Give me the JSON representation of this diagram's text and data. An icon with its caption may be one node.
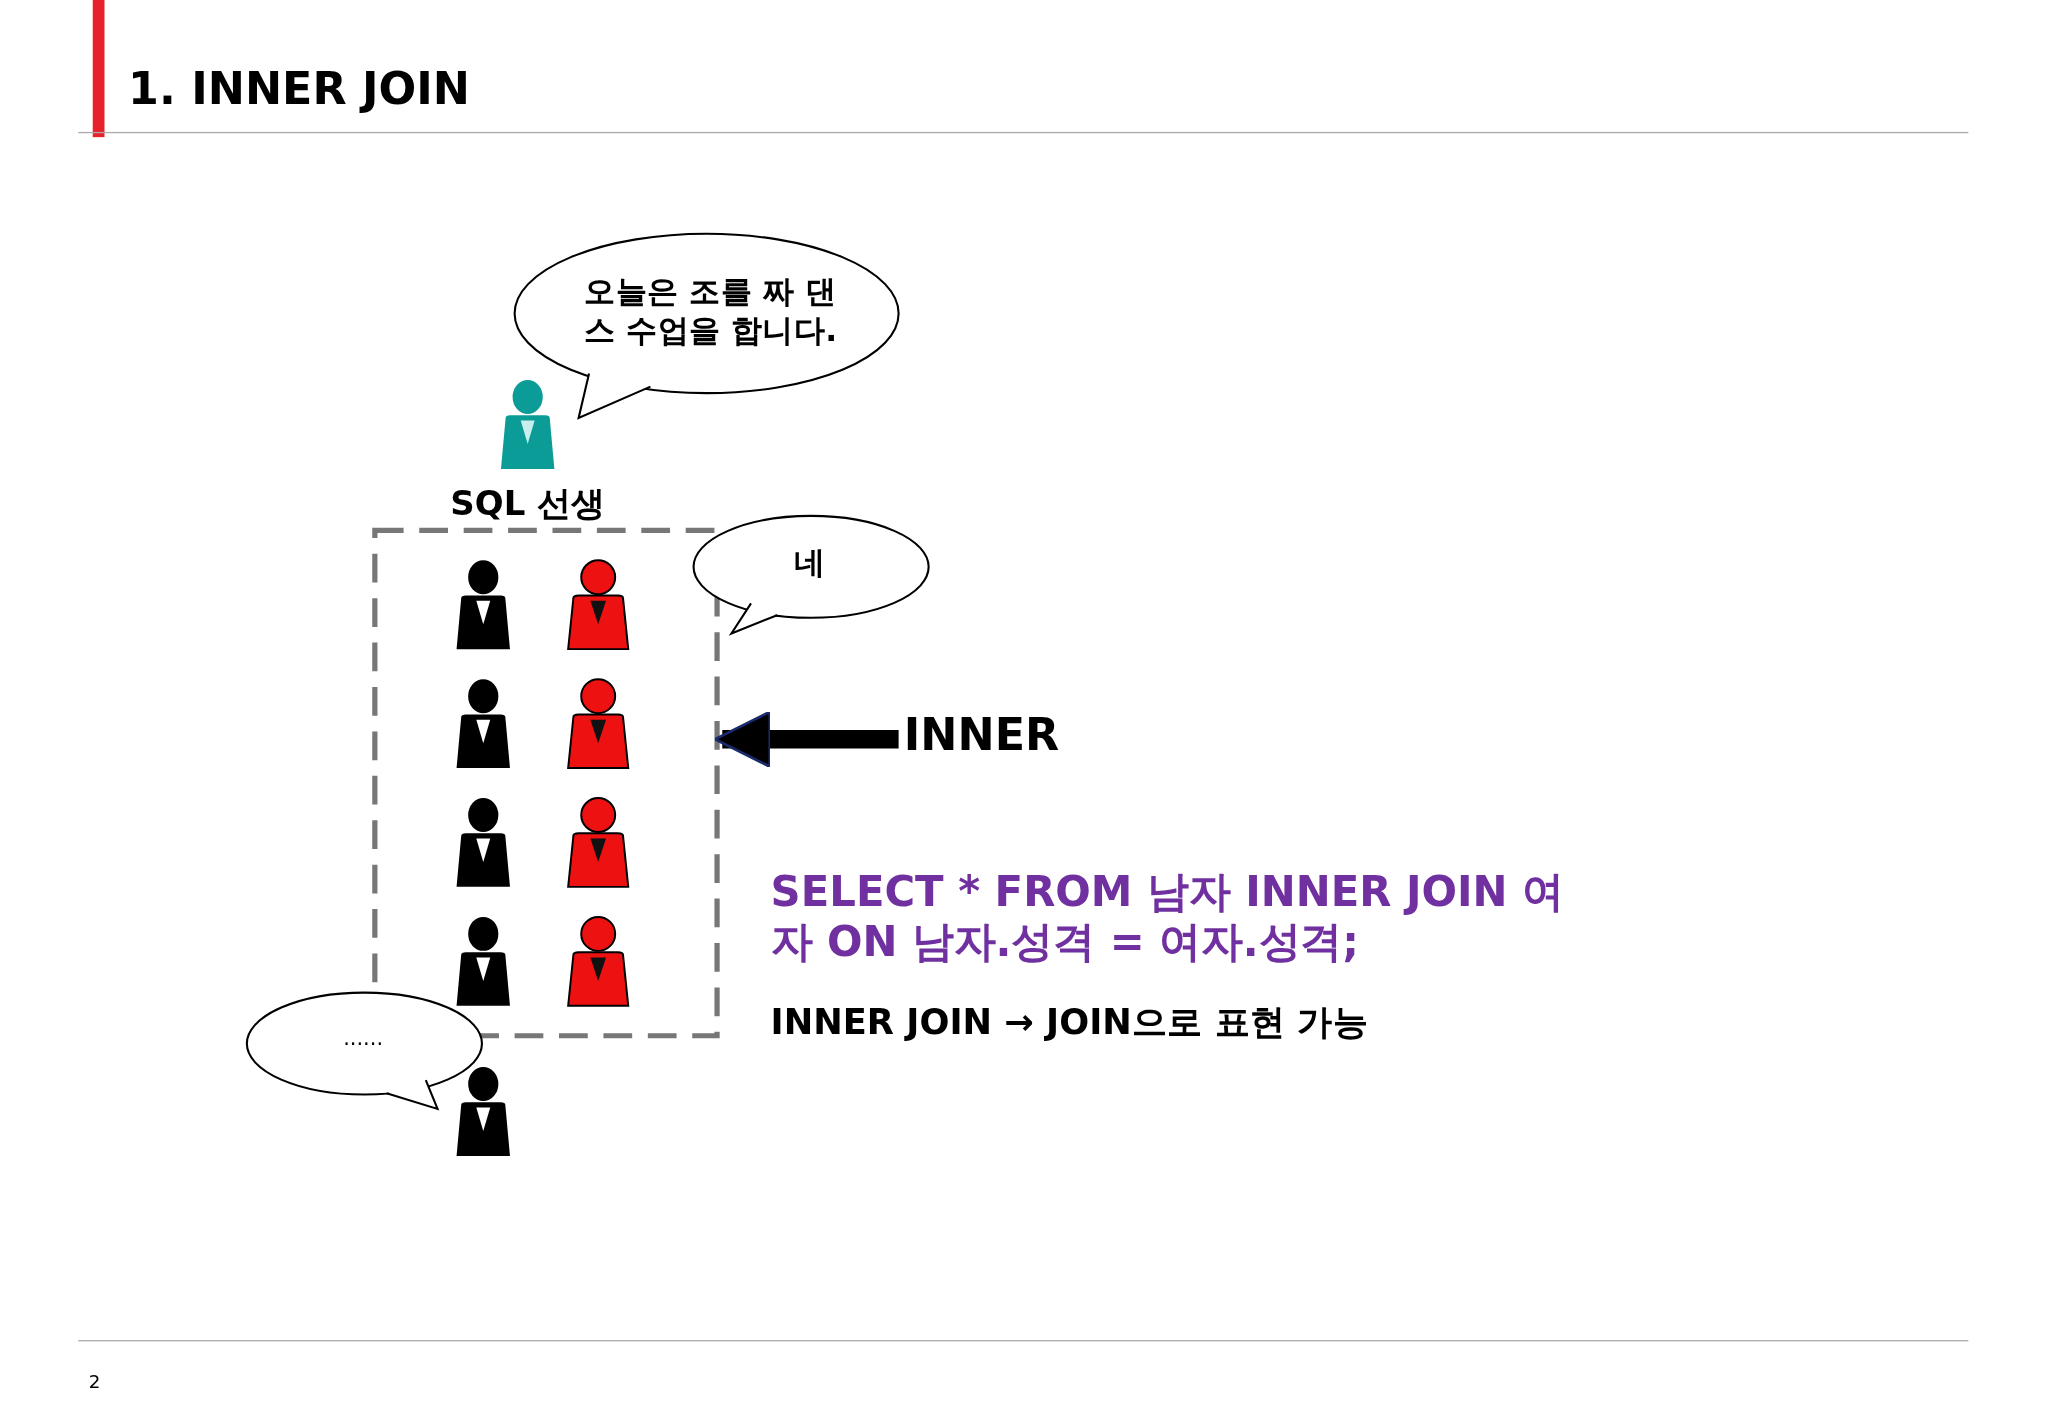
{
  "diagram": {
    "title": "1. INNER JOIN",
    "nodes": [
      {
        "text": [
          "오늘은 조를 짜 댄스 수업을 합니다."
        ]
      },
      {
        "text": [],
        "shape": "person",
        "beside": [
          "SQL 선생"
        ]
      },
      {
        "text": [],
        "shape": "box"
      },
      {
        "text": [],
        "shape": "person",
        "in": 2
      },
      {
        "text": [],
        "shape": "person",
        "in": 2
      },
      {
        "text": [],
        "shape": "person",
        "in": 2
      },
      {
        "text": [],
        "shape": "person",
        "in": 2
      },
      {
        "text": [],
        "shape": "person",
        "in": 2
      },
      {
        "text": [],
        "shape": "person",
        "in": 2
      },
      {
        "text": [],
        "shape": "person",
        "in": 2
      },
      {
        "text": [],
        "shape": "person",
        "in": 2
      },
      {
        "text": [
          "네"
        ]
      },
      {
        "text": [
          "......"
        ]
      },
      {
        "text": [],
        "shape": "person"
      },
      {
        "text": [
          "INNER"
        ]
      }
    ],
    "edges": [
      {
        "from": 14,
        "to": 2,
        "arrow": "to"
      }
    ],
    "labels": [
      "SELECT * FROM 남자 INNER JOIN 여자 ON 남자.성격 = 여자.성격;",
      "INNER JOIN → JOIN으로 표현 가능",
      "2"
    ]
  }
}
